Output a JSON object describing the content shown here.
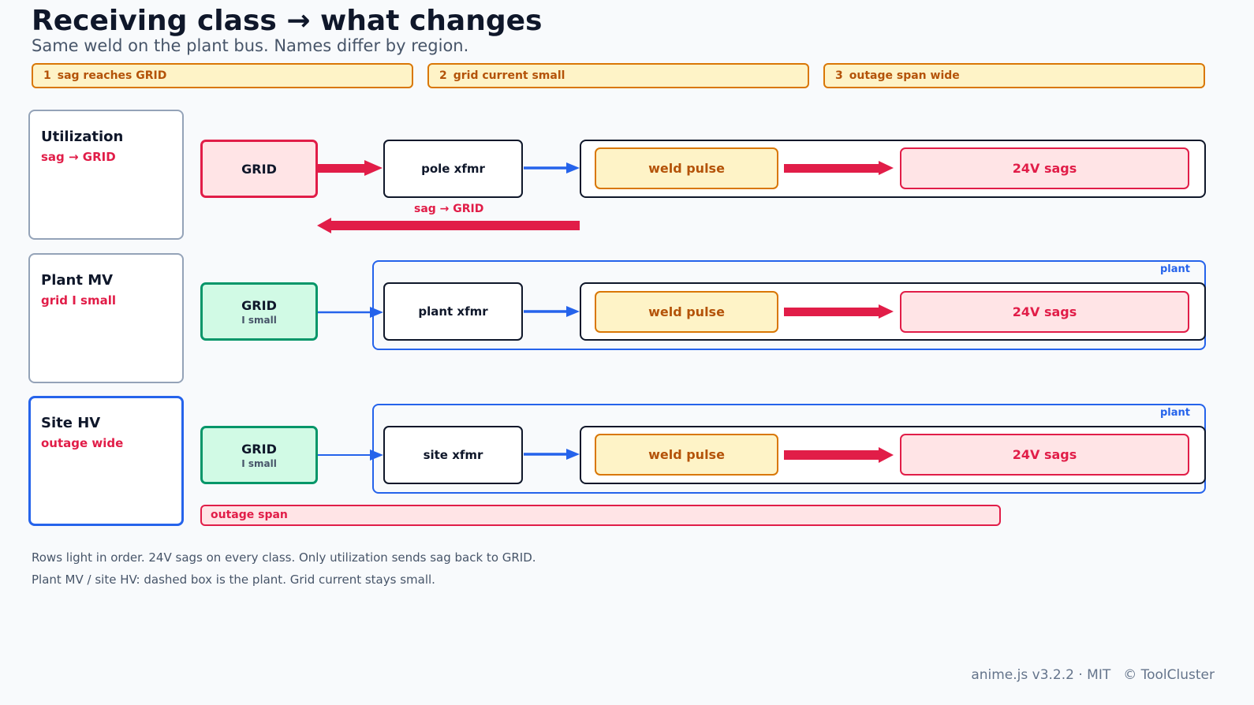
{
  "header": {
    "title": "Receiving class → what changes",
    "subtitle": "Same weld on the plant bus. Names differ by region."
  },
  "steps": [
    {
      "num": "1",
      "label": "sag reaches GRID"
    },
    {
      "num": "2",
      "label": "grid current small"
    },
    {
      "num": "3",
      "label": "outage span wide"
    }
  ],
  "rows": [
    {
      "class_name": "Utilization",
      "change": "sag → GRID",
      "grid": {
        "label": "GRID",
        "sub": ""
      },
      "xfmr": "pole xfmr",
      "weld": "weld pulse",
      "sags": "24V sags",
      "sag_back_label": "sag → GRID"
    },
    {
      "class_name": "Plant MV",
      "change": "grid I small",
      "grid": {
        "label": "GRID",
        "sub": "I small"
      },
      "xfmr": "plant xfmr",
      "weld": "weld pulse",
      "sags": "24V sags",
      "plant_label": "plant"
    },
    {
      "class_name": "Site HV",
      "change": "outage wide",
      "grid": {
        "label": "GRID",
        "sub": "I small"
      },
      "xfmr": "site xfmr",
      "weld": "weld pulse",
      "sags": "24V sags",
      "plant_label": "plant",
      "outage_label": "outage span"
    }
  ],
  "notes": [
    "Rows light in order. 24V sags on every class. Only utilization sends sag back to GRID.",
    "Plant MV / site HV: dashed box is the plant. Grid current stays small."
  ],
  "footer": {
    "library": "anime.js v3.2.2 · MIT",
    "copyright": "© ToolCluster"
  },
  "colors": {
    "accent_blue": "#2563eb",
    "sag_red": "#e11d48",
    "weld_amber": "#d97706",
    "grid_green": "#059669"
  }
}
